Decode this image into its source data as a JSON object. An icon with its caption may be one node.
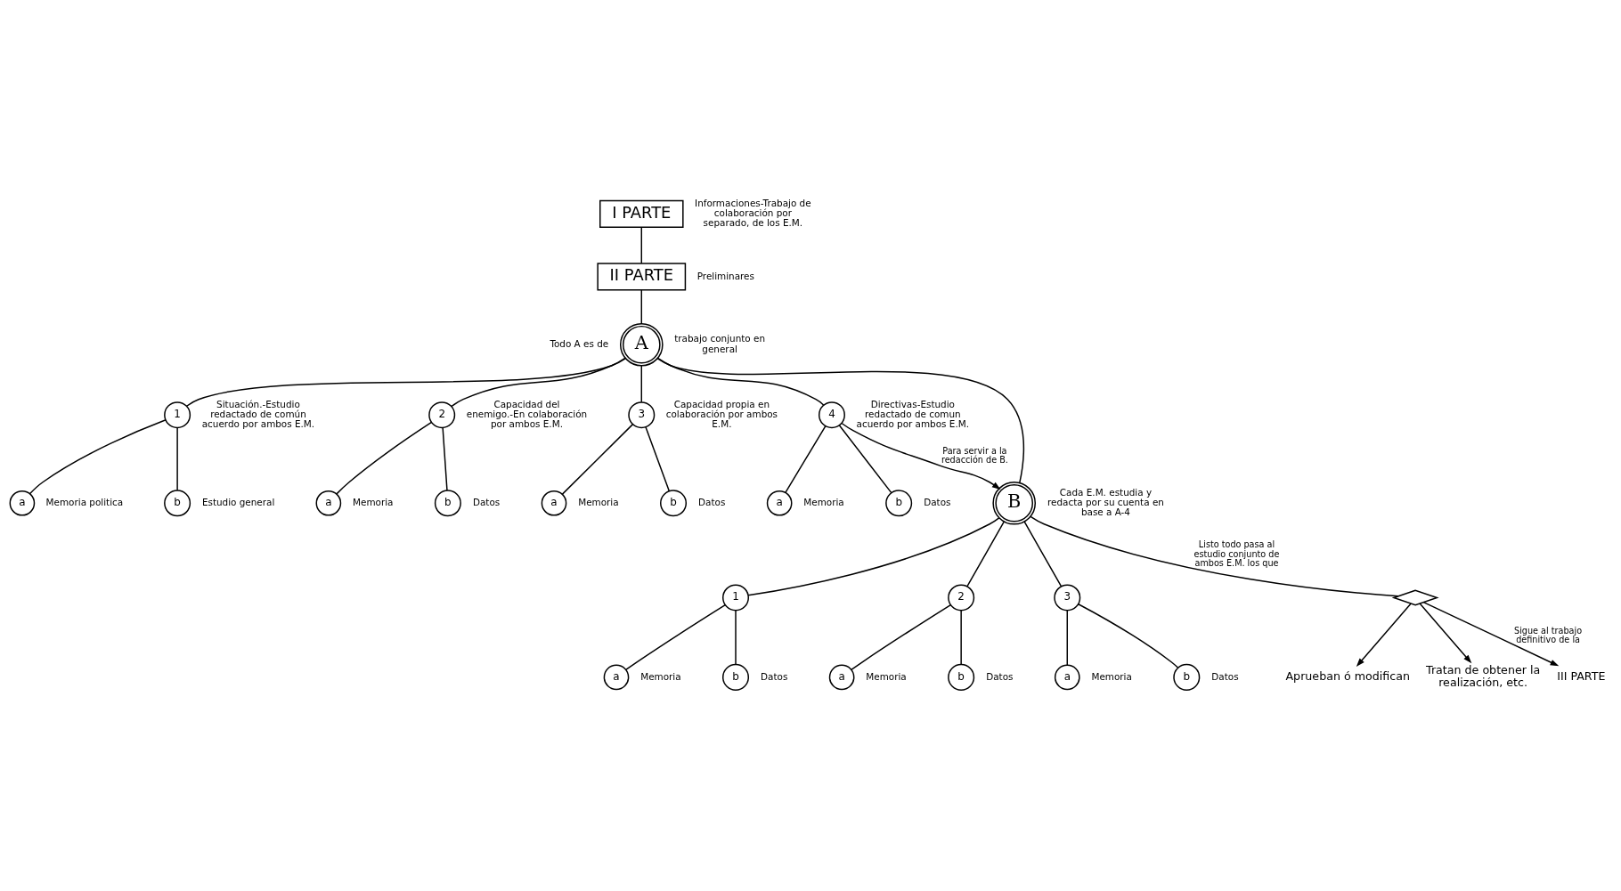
{
  "diagram": {
    "nodes": [
      {
        "text": [
          "I PARTE"
        ],
        "beside": [
          "Informaciones-Trabajo de colaboración por separado, de los E.M."
        ]
      },
      {
        "text": [
          "II PARTE"
        ],
        "beside": [
          "Preliminares"
        ]
      },
      {
        "text": [
          "A"
        ],
        "beside": [
          "Todo A es de",
          "trabajo conjunto en general"
        ]
      },
      {
        "text": [
          "1"
        ],
        "beside": [
          "Situación.-Estudio redactado de común acuerdo por ambos E.M."
        ]
      },
      {
        "text": [
          "a"
        ],
        "beside": [
          "Memoria politica"
        ]
      },
      {
        "text": [
          "b"
        ],
        "beside": [
          "Estudio general"
        ]
      },
      {
        "text": [
          "2"
        ],
        "beside": [
          "Capacidad del enemigo.-En colaboración por ambos E.M."
        ]
      },
      {
        "text": [
          "a"
        ],
        "beside": [
          "Memoria"
        ]
      },
      {
        "text": [
          "b"
        ],
        "beside": [
          "Datos"
        ]
      },
      {
        "text": [
          "3"
        ],
        "beside": [
          "Capacidad propia en colaboración por ambos E.M."
        ]
      },
      {
        "text": [
          "a"
        ],
        "beside": [
          "Memoria"
        ]
      },
      {
        "text": [
          "b"
        ],
        "beside": [
          "Datos"
        ]
      },
      {
        "text": [
          "4"
        ],
        "beside": [
          "Directivas-Estudio redactado de comun acuerdo por ambos E.M."
        ]
      },
      {
        "text": [
          "a"
        ],
        "beside": [
          "Memoria"
        ]
      },
      {
        "text": [
          "b"
        ],
        "beside": [
          "Datos"
        ]
      },
      {
        "text": [
          "B"
        ],
        "beside": [
          "Cada E.M. estudia y redacta por su cuenta en base a A-4"
        ]
      },
      {
        "text": [
          "1"
        ]
      },
      {
        "text": [
          "a"
        ],
        "beside": [
          "Memoria"
        ]
      },
      {
        "text": [
          "b"
        ],
        "beside": [
          "Datos"
        ]
      },
      {
        "text": [
          "2"
        ]
      },
      {
        "text": [
          "a"
        ],
        "beside": [
          "Memoria"
        ]
      },
      {
        "text": [
          "b"
        ],
        "beside": [
          "Datos"
        ]
      },
      {
        "text": [
          "3"
        ]
      },
      {
        "text": [
          "a"
        ],
        "beside": [
          "Memoria"
        ]
      },
      {
        "text": [
          "b"
        ],
        "beside": [
          "Datos"
        ]
      },
      {
        "text": [],
        "shape": "diamond"
      },
      {
        "text": [
          "Aprueban ó modifican"
        ]
      },
      {
        "text": [
          "Tratan de obtener la realización, etc."
        ]
      },
      {
        "text": [
          "III PARTE"
        ]
      }
    ],
    "edges": [
      {
        "from": 0,
        "to": 1,
        "arrow": "none"
      },
      {
        "from": 1,
        "to": 2,
        "arrow": "none"
      },
      {
        "from": 2,
        "to": 3,
        "arrow": "none"
      },
      {
        "from": 3,
        "to": 4,
        "arrow": "none"
      },
      {
        "from": 3,
        "to": 5,
        "arrow": "none"
      },
      {
        "from": 2,
        "to": 6,
        "arrow": "none"
      },
      {
        "from": 6,
        "to": 7,
        "arrow": "none"
      },
      {
        "from": 6,
        "to": 8,
        "arrow": "none"
      },
      {
        "from": 2,
        "to": 9,
        "arrow": "none"
      },
      {
        "from": 9,
        "to": 10,
        "arrow": "none"
      },
      {
        "from": 9,
        "to": 11,
        "arrow": "none"
      },
      {
        "from": 2,
        "to": 12,
        "arrow": "none"
      },
      {
        "from": 12,
        "to": 13,
        "arrow": "none"
      },
      {
        "from": 12,
        "to": 14,
        "arrow": "none"
      },
      {
        "from": 12,
        "to": 15,
        "arrow": "to",
        "label": "Para servir a la redacción de B."
      },
      {
        "from": 2,
        "to": 15,
        "arrow": "none"
      },
      {
        "from": 15,
        "to": 16,
        "arrow": "none"
      },
      {
        "from": 16,
        "to": 17,
        "arrow": "none"
      },
      {
        "from": 16,
        "to": 18,
        "arrow": "none"
      },
      {
        "from": 15,
        "to": 19,
        "arrow": "none"
      },
      {
        "from": 19,
        "to": 20,
        "arrow": "none"
      },
      {
        "from": 19,
        "to": 21,
        "arrow": "none"
      },
      {
        "from": 15,
        "to": 22,
        "arrow": "none"
      },
      {
        "from": 22,
        "to": 23,
        "arrow": "none"
      },
      {
        "from": 22,
        "to": 24,
        "arrow": "none"
      },
      {
        "from": 15,
        "to": 25,
        "arrow": "none",
        "label": "Listo todo pasa al estudio conjunto de ambos E.M. los que"
      },
      {
        "from": 25,
        "to": 26,
        "arrow": "to"
      },
      {
        "from": 25,
        "to": 27,
        "arrow": "to"
      },
      {
        "from": 25,
        "to": 28,
        "arrow": "to",
        "label": "Sigue al trabajo definitivo de la"
      }
    ]
  }
}
